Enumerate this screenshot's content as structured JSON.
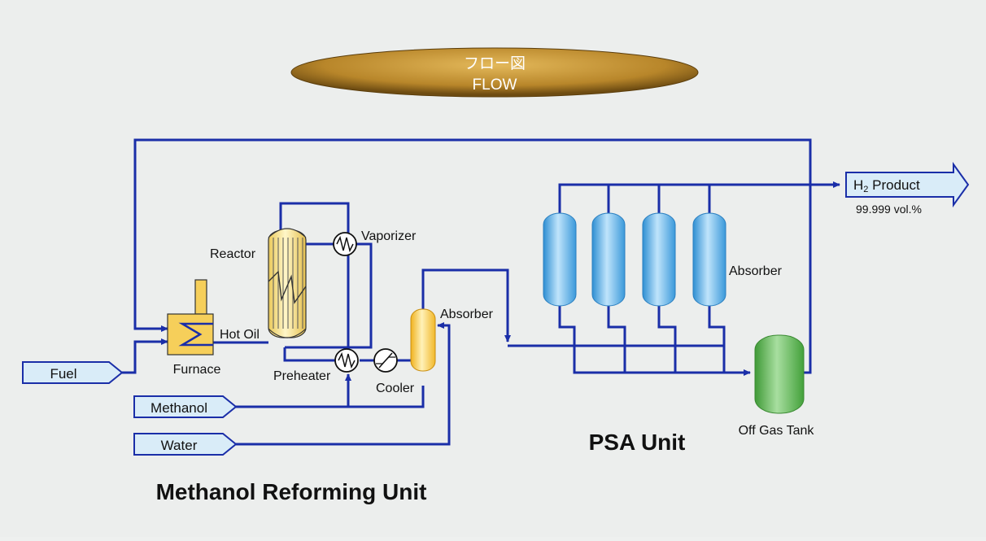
{
  "banner": {
    "title_jp": "フロー図",
    "title_en": "FLOW"
  },
  "inputs": {
    "fuel": "Fuel",
    "methanol": "Methanol",
    "water": "Water"
  },
  "product": {
    "label": "H",
    "subscript": "2",
    "label_rest": " Product",
    "purity": "99.999 vol.%"
  },
  "equipment": {
    "reactor": "Reactor",
    "vaporizer": "Vaporizer",
    "hot_oil": "Hot Oil",
    "furnace": "Furnace",
    "preheater": "Preheater",
    "cooler": "Cooler",
    "absorber_small": "Absorber",
    "absorber_psa": "Absorber",
    "off_gas_tank": "Off Gas Tank"
  },
  "units": {
    "reforming": "Methanol Reforming Unit",
    "psa": "PSA Unit"
  },
  "colors": {
    "pipe": "#1a2ea8",
    "arrow_fill": "#d9ecf8",
    "banner": "#b8862a",
    "vessel_blue": "#5ab4ea",
    "vessel_yellow": "#f3c84a",
    "tank_green": "#5bb04e",
    "furnace": "#f6cf5a"
  }
}
